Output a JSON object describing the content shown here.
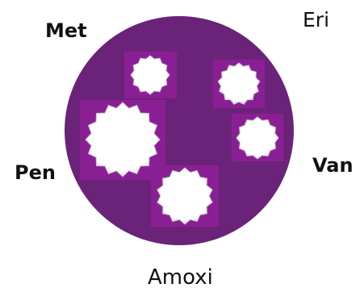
{
  "labels": {
    "met": "Met",
    "eri": "Eri",
    "pen": "Pen",
    "van": "Van",
    "amoxi": "Amoxi"
  },
  "colors": {
    "plate": "#6a2378",
    "plate_inner": "#732a82",
    "disc_square": "#8a1f94",
    "zone": "#ffffff",
    "text": "#111111"
  }
}
